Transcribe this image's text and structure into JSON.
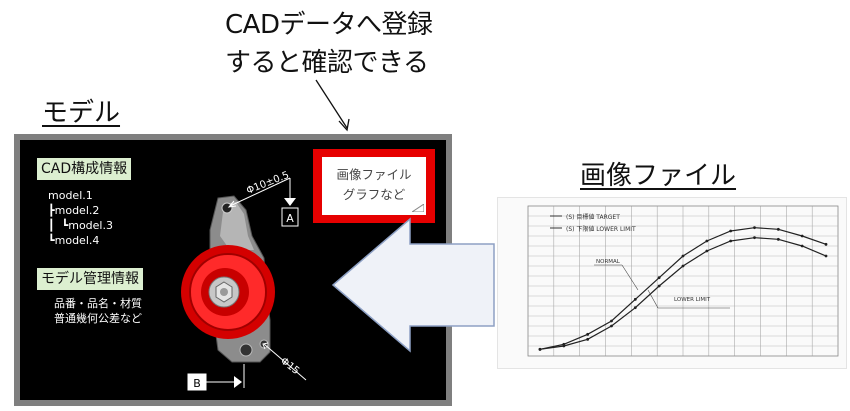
{
  "callout": {
    "line1": "CADデータへ登録",
    "line2": "すると確認できる"
  },
  "headings": {
    "model": "モデル",
    "image_file": "画像ファイル"
  },
  "cad_panel": {
    "cad_info_title": "CAD構成情報",
    "tree": [
      "model.1",
      "┣model.2",
      "┃  ┗model.3",
      "┗model.4"
    ],
    "mgmt_title": "モデル管理情報",
    "mgmt_lines": [
      "品番・品名・材質",
      "普通幾何公差など"
    ],
    "image_box_lines": [
      "画像ファイル",
      "グラフなど"
    ],
    "dim_top": "Φ10±0.5",
    "dim_bottom": "Φ15",
    "datum_a": "A",
    "datum_b": "B"
  },
  "graph": {
    "legend": [
      "(S) 目標値 TARGET",
      "(S) 下限値 LOWER LIMIT"
    ],
    "annotations": [
      "NORMAL",
      "LOWER LIMIT"
    ],
    "series": [
      {
        "values": [
          0.14,
          0.17,
          0.23,
          0.31,
          0.44,
          0.57,
          0.7,
          0.79,
          0.85,
          0.87,
          0.86,
          0.82,
          0.77
        ]
      },
      {
        "values": [
          0.14,
          0.16,
          0.2,
          0.28,
          0.39,
          0.52,
          0.64,
          0.73,
          0.79,
          0.81,
          0.8,
          0.76,
          0.7
        ]
      }
    ],
    "ylim": [
      0.1,
      1.0
    ]
  },
  "colors": {
    "panel_bg": "#000000",
    "panel_border": "#7f7f7f",
    "label_bg": "#dcefd0",
    "highlight_red": "#e60000",
    "arrow_fill": "#eff2f8",
    "arrow_stroke": "#8da0c4"
  }
}
